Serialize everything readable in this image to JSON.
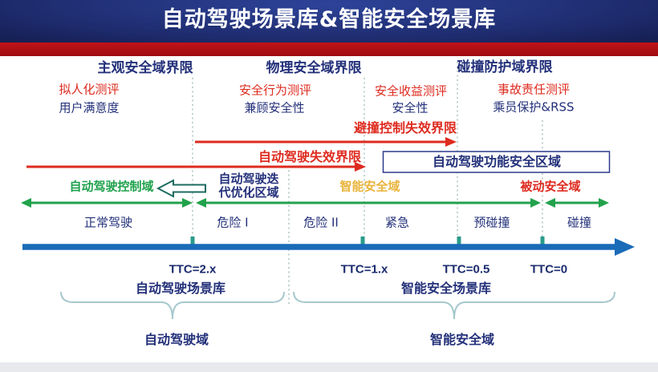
{
  "title": "自动驾驶场景库&智能安全场景库",
  "top_sections": {
    "subjective": {
      "header": "主观安全域界限",
      "evaluation": "拟人化测评",
      "criterion": "用户满意度"
    },
    "physical": {
      "header": "物理安全域界限",
      "evaluation": "安全行为测评",
      "criterion": "兼顾安全性"
    },
    "benefit": {
      "evaluation": "安全收益测评",
      "criterion": "安全性"
    },
    "collision": {
      "header": "碰撞防护域界限",
      "evaluation": "事故责任测评",
      "criterion": "乘员保护&RSS"
    }
  },
  "boundary_labels": {
    "collision_avoidance_failure": "避撞控制失效界限",
    "autonomous_driving_failure": "自动驾驶失效界限"
  },
  "zone_labels": {
    "autonomous_driving_control": "自动驾驶控制域",
    "iteration_optimization_line1": "自动驾驶迭",
    "iteration_optimization_line2": "代优化区域",
    "intelligent_safety": "智能安全域",
    "passive_safety": "被动安全域",
    "functional_safety_region": "自动驾驶功能安全区域"
  },
  "timeline": {
    "segments": [
      "正常驾驶",
      "危险 I",
      "危险 II",
      "紧急",
      "预碰撞",
      "碰撞"
    ],
    "ttc_marks": [
      "TTC=2.x",
      "TTC=1.x",
      "TTC=0.5",
      "TTC=0"
    ]
  },
  "scenario_libraries": {
    "left": {
      "library": "自动驾驶场景库",
      "domain": "自动驾驶域"
    },
    "right": {
      "library": "智能安全场景库",
      "domain": "智能安全域"
    }
  },
  "colors": {
    "navy_text": "#23307a",
    "red": "#de2b1f",
    "green": "#22a24c",
    "gold": "#e9b43c",
    "axis_blue": "#1a6bb8",
    "tick_teal": "#2a9c8c",
    "brace_teal": "#a6c8ce",
    "header_red_bar": "#a90f14",
    "header_navy": "#1d2a6b"
  }
}
